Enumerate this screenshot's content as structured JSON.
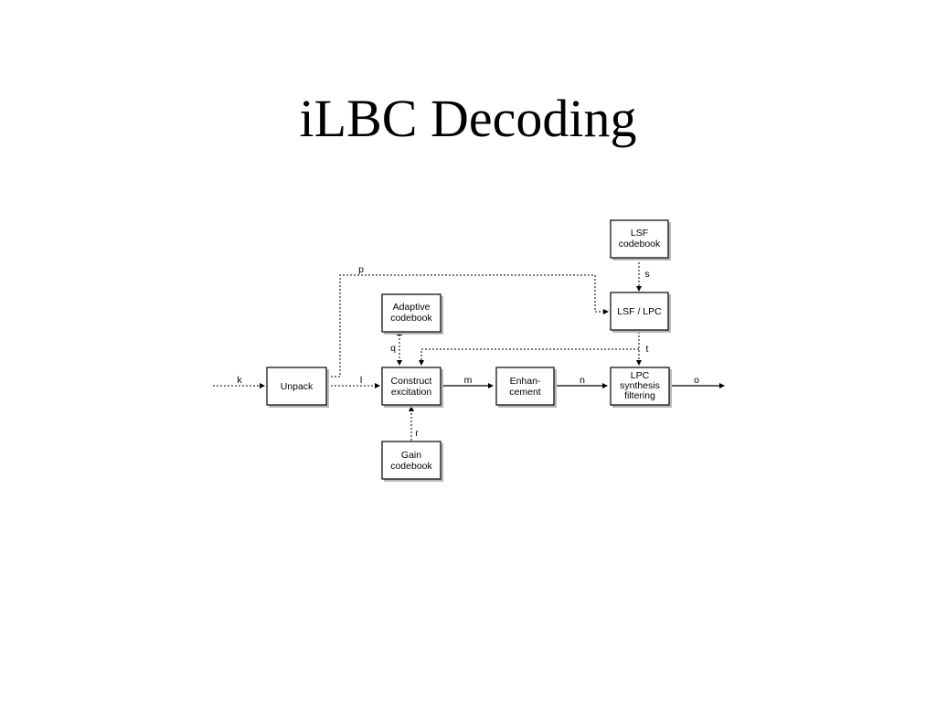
{
  "slide": {
    "title": "iLBC Decoding"
  },
  "blocks": {
    "unpack": [
      "Unpack"
    ],
    "construct": [
      "Construct",
      "excitation"
    ],
    "enhance": [
      "Enhan-",
      "cement"
    ],
    "lpc_synth": [
      "LPC",
      "synthesis",
      "filtering"
    ],
    "adaptive": [
      "Adaptive",
      "codebook"
    ],
    "gain": [
      "Gain",
      "codebook"
    ],
    "lsf_codebook": [
      "LSF",
      "codebook"
    ],
    "lsf_lpc": [
      "LSF / LPC"
    ]
  },
  "signals": {
    "k": "k",
    "l": "l",
    "m": "m",
    "n": "n",
    "o": "o",
    "p": "p",
    "q": "q",
    "r": "r",
    "s": "s",
    "t": "t"
  }
}
